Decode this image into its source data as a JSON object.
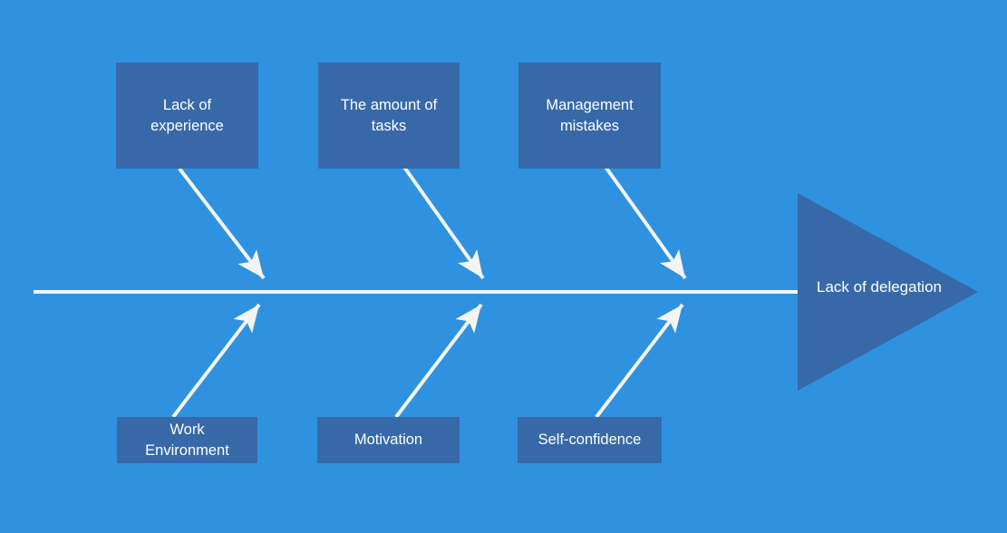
{
  "colors": {
    "background": "#2e92e0",
    "node-fill": "#3769a8",
    "connector": "#f4f4f2",
    "text": "#ffffff"
  },
  "fishbone": {
    "diagram_type": "fishbone-cause-effect",
    "effect_label": "Lack of delegation",
    "top_causes": [
      {
        "label": "Lack of\nexperience"
      },
      {
        "label": "The amount of\ntasks"
      },
      {
        "label": "Management\nmistakes"
      }
    ],
    "bottom_causes": [
      {
        "label": "Work\nEnvironment"
      },
      {
        "label": "Motivation"
      },
      {
        "label": "Self-confidence"
      }
    ]
  }
}
